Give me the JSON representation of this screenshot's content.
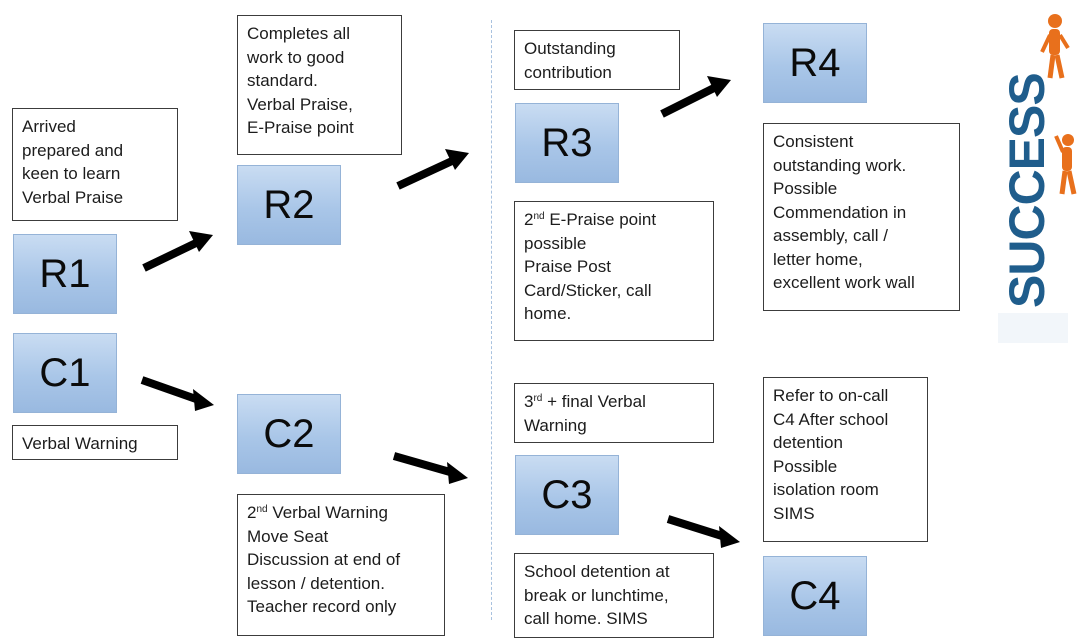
{
  "levels": {
    "r1": "R1",
    "r2": "R2",
    "r3": "R3",
    "r4": "R4",
    "c1": "C1",
    "c2": "C2",
    "c3": "C3",
    "c4": "C4"
  },
  "notes": {
    "r1": "Arrived\nprepared and\nkeen to learn\nVerbal Praise",
    "r2": "Completes all\nwork to good\nstandard.\nVerbal Praise,\nE-Praise point",
    "r3_top": "Outstanding\ncontribution",
    "r3_bottom_ord": "2",
    "r3_bottom_sup": "nd",
    "r3_bottom_rest": " E-Praise point\npossible\nPraise Post\nCard/Sticker, call\nhome.",
    "r4": "Consistent\noutstanding work.\nPossible\nCommendation in\nassembly, call /\nletter home,\nexcellent work wall",
    "c1": "Verbal Warning",
    "c2_ord": "2",
    "c2_sup": "nd",
    "c2_rest": " Verbal Warning\nMove Seat\nDiscussion at end of\nlesson / detention.\nTeacher record only",
    "c3_top_ord": "3",
    "c3_top_sup": "rd",
    "c3_top_rest": " + final Verbal\nWarning",
    "c3_bottom": "School detention at\nbreak or lunchtime,\ncall home.  SIMS",
    "c4": "Refer to on-call\nC4 After school\ndetention\nPossible\nisolation room\nSIMS"
  },
  "logo": {
    "word": "SUCCESS",
    "icon": "staircase-figures-icon"
  },
  "colors": {
    "box_fill": "#a9c6e8",
    "box_border": "#95b3d7",
    "arrow": "#000000",
    "logo_text": "#1f5d8c",
    "figure": "#e8701c"
  }
}
